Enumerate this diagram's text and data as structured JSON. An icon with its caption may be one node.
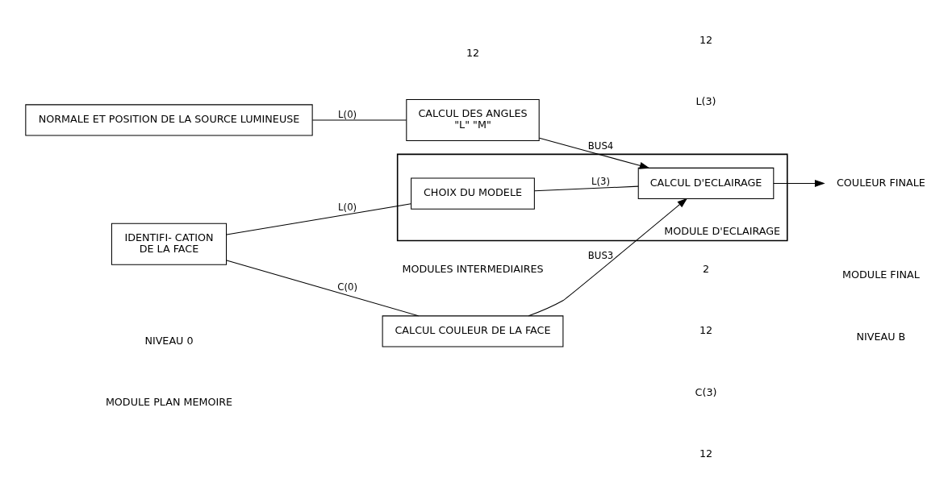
{
  "diagram": {
    "nodes": [
      {
        "text": [
          "NORMALE ET POSITION DE LA SOURCE LUMINEUSE"
        ]
      },
      {
        "text": [
          "CALCUL DES ANGLES",
          "\"L\" \"M\""
        ]
      },
      {
        "text": [
          "IDENTIFI- CATION",
          "DE LA FACE"
        ]
      },
      {
        "text": [
          "CALCUL COULEUR DE LA FACE"
        ]
      },
      {
        "text": [
          "MODULE D'ECLAIRAGE"
        ]
      },
      {
        "text": [
          "CHOIX DU MODELE"
        ],
        "in": 4
      },
      {
        "text": [
          "CALCUL D'ECLAIRAGE"
        ],
        "in": 4
      },
      {
        "text": [
          "COULEUR FINALE"
        ]
      }
    ],
    "edges": [
      {
        "from": 0,
        "to": 1,
        "arrow": "none",
        "label": "L(0)"
      },
      {
        "from": 1,
        "to": 6,
        "arrow": "to",
        "label": "BUS4"
      },
      {
        "from": 2,
        "to": 5,
        "arrow": "none",
        "label": "L(0)"
      },
      {
        "from": 2,
        "to": 3,
        "arrow": "none",
        "label": "C(0)"
      },
      {
        "from": 5,
        "to": 6,
        "arrow": "none",
        "label": "L(3)"
      },
      {
        "from": 3,
        "to": 6,
        "arrow": "to",
        "label": "BUS3"
      },
      {
        "from": 6,
        "to": 7,
        "arrow": "to"
      }
    ],
    "labels": [
      "12",
      "12",
      "L(3)",
      "2",
      "12",
      "12",
      "C(3)",
      "MODULE PLAN MEMOIRE",
      "MODULES INTERMEDIAIRES",
      "MODULE FINAL",
      "NIVEAU 0",
      "NIVEAU B"
    ]
  }
}
